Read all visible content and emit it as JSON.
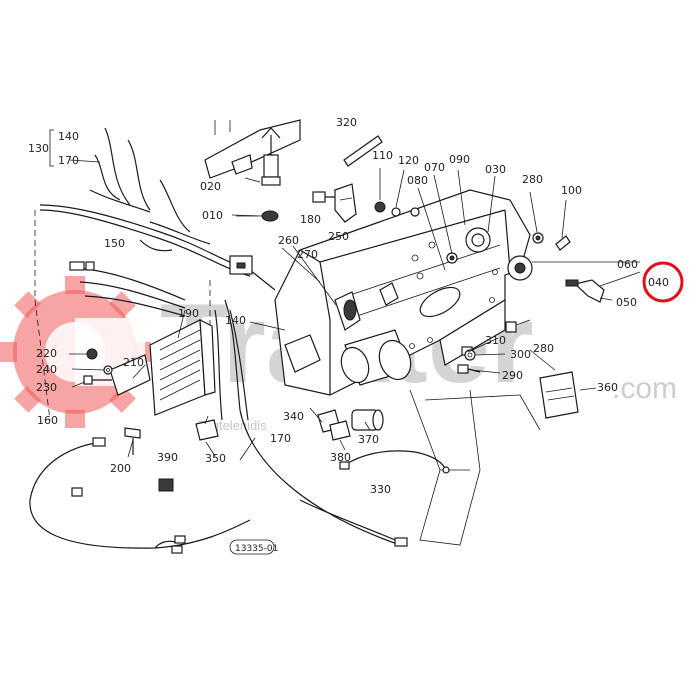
{
  "watermark": {
    "brand": "Trakter",
    "domain": ".com",
    "tagline": "Tagtelenidis",
    "accent_color": "#f05a5a",
    "gray_color": "#b8b8b8"
  },
  "highlight": {
    "label": "040",
    "circle_color": "#e0101a"
  },
  "diagram_id": "13335-01",
  "labels": {
    "l010": "010",
    "l020": "020",
    "l030": "030",
    "l050": "050",
    "l060": "060",
    "l070": "070",
    "l080": "080",
    "l090": "090",
    "l100": "100",
    "l110": "110",
    "l120": "120",
    "l130": "130",
    "l140a": "140",
    "l140b": "140",
    "l150": "150",
    "l160": "160",
    "l170a": "170",
    "l170b": "170",
    "l180": "180",
    "l190": "190",
    "l200": "200",
    "l210": "210",
    "l220": "220",
    "l230": "230",
    "l240": "240",
    "l250": "250",
    "l260": "260",
    "l270": "270",
    "l280a": "280",
    "l280b": "280",
    "l290": "290",
    "l300": "300",
    "l310": "310",
    "l320": "320",
    "l330": "330",
    "l340": "340",
    "l350": "350",
    "l360": "360",
    "l370": "370",
    "l380": "380",
    "l390": "390"
  }
}
